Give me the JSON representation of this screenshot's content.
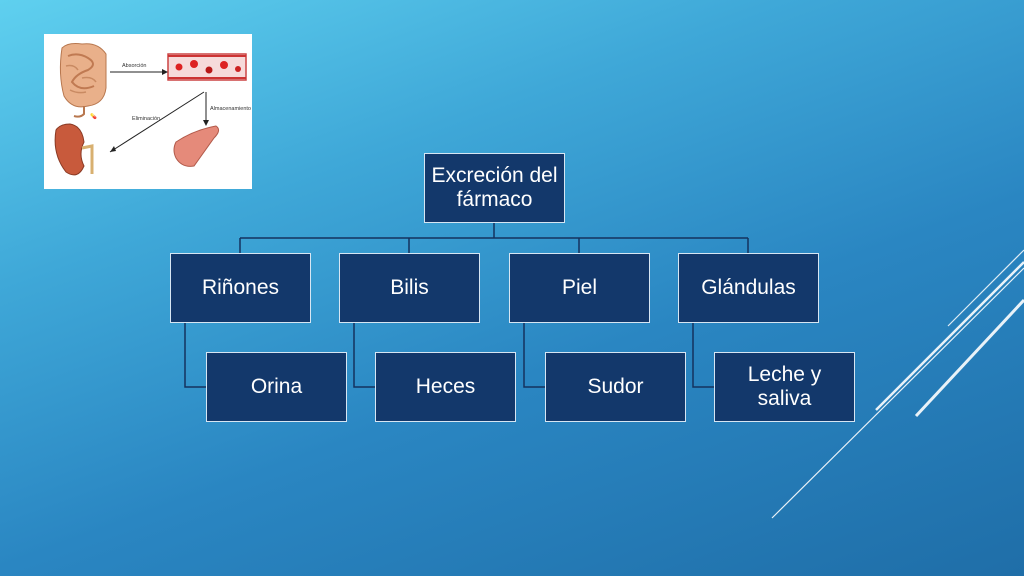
{
  "illustration": {
    "labels": {
      "absorption": "Absorción",
      "elimination": "Eliminación",
      "storage": "Almacenamiento"
    }
  },
  "diagram": {
    "root": {
      "label": "Excreción del fármaco"
    },
    "branches": [
      {
        "label": "Riñones",
        "child": "Orina"
      },
      {
        "label": "Bilis",
        "child": "Heces"
      },
      {
        "label": "Piel",
        "child": "Sudor"
      },
      {
        "label": "Glándulas",
        "child": "Leche y saliva"
      }
    ]
  },
  "colors": {
    "box_fill": "#13386b",
    "box_border": "#d7e6f3",
    "connector": "#14325e",
    "background_top": "#5fd0ef",
    "background_bottom": "#1f6ea8"
  }
}
